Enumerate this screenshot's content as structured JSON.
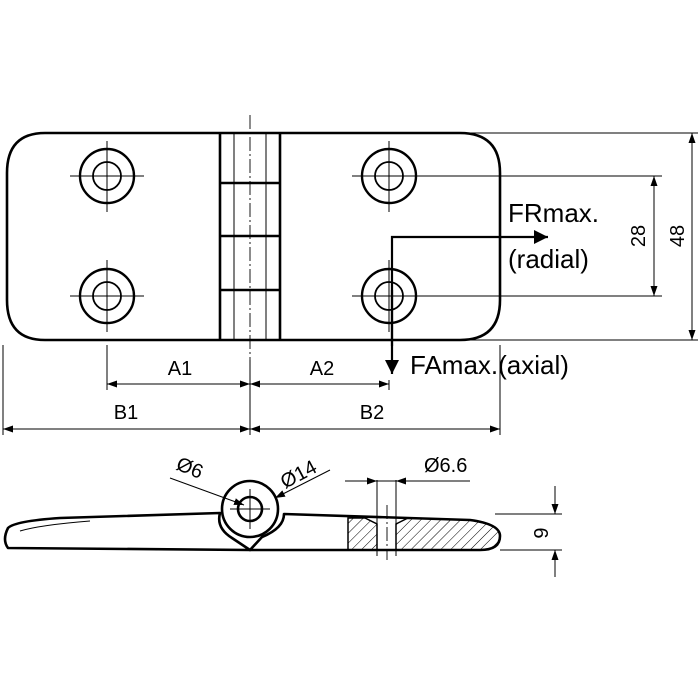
{
  "labels": {
    "a1": "A1",
    "a2": "A2",
    "b1": "B1",
    "b2": "B2",
    "height_total": "48",
    "hole_spacing": "28",
    "thickness": "9",
    "pin_diameter": "Ø6",
    "knuckle_diameter": "Ø14",
    "hole_diameter": "Ø6.6",
    "radial_force_line1": "FRmax.",
    "radial_force_line2": "(radial)",
    "axial_force": "FAmax.(axial)"
  },
  "colors": {
    "line": "#000000",
    "background": "#ffffff"
  }
}
